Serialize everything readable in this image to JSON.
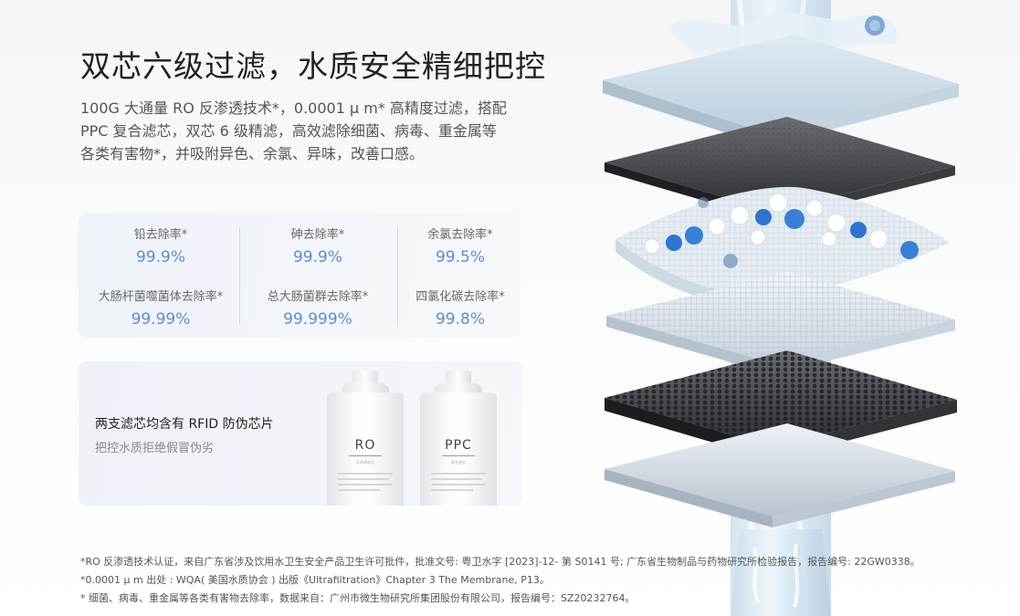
{
  "headline": "双芯六级过滤，水质安全精细把控",
  "intro": {
    "line1": "100G 大通量 RO 反渗透技术*，0.0001 μ m* 高精度过滤，搭配",
    "line2": "PPC 复合滤芯，双芯 6 级精滤，高效滤除细菌、病毒、重金属等",
    "line3": "各类有害物*，并吸附异色、余氯、异味，改善口感。"
  },
  "stats": [
    {
      "label": "铅去除率*",
      "value": "99.9%"
    },
    {
      "label": "砷去除率*",
      "value": "99.9%"
    },
    {
      "label": "余氯去除率*",
      "value": "99.5%"
    },
    {
      "label": "大肠杆菌噬菌体去除率*",
      "value": "99.99%"
    },
    {
      "label": "总大肠菌群去除率*",
      "value": "99.999%"
    },
    {
      "label": "四氯化碳去除率*",
      "value": "99.8%"
    }
  ],
  "rfid": {
    "title": "两支滤芯均含有 RFID 防伪芯片",
    "subtitle": "把控水质拒绝假冒伪劣"
  },
  "cartridges": [
    {
      "label": "RO",
      "sublabel": "反渗透滤芯"
    },
    {
      "label": "PPC",
      "sublabel": "复合滤芯"
    }
  ],
  "notes": {
    "line1": "*RO 反渗透技术认证，来自广东省涉及饮用水卫生安全产品卫生许可批件，批准文号: 粤卫水字 [2023]-12- 第 S0141 号; 广东省生物制品与药物研究所检验报告，报告编号: 22GW0338。",
    "line2": "*0.0001 μ m 出处 : WQA( 美国水质协会 ) 出版《Ultrafiltration》Chapter 3 The Membrane, P13。",
    "line3": "* 细菌、病毒、重金属等各类有害物去除率，数据来自：广州市微生物研究所集团股份有限公司，报告编号：SZ20232764。"
  },
  "colors": {
    "accent_value": "#5a8fcf",
    "card_bg": "#eef3f9",
    "water": "#cfe3f3"
  },
  "icons": [
    "bacteria-icon",
    "water-splash-icon"
  ]
}
